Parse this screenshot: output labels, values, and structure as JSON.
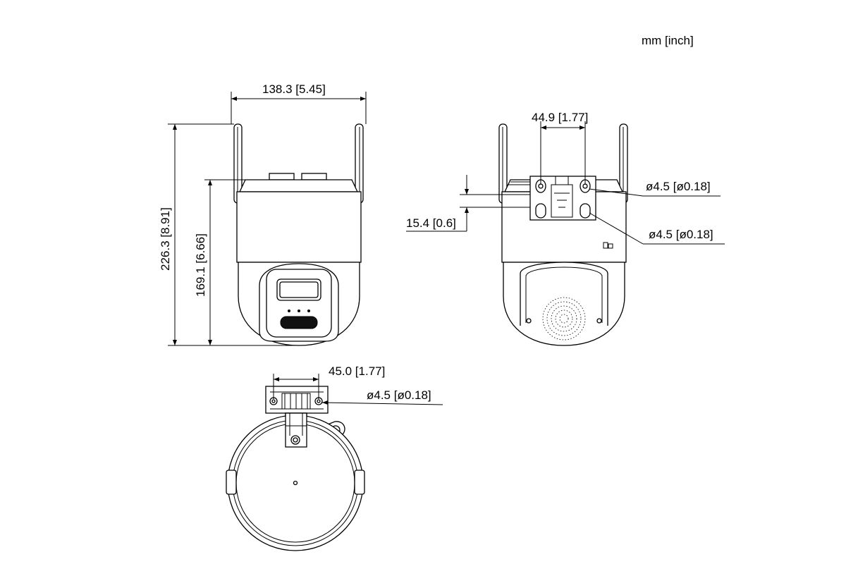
{
  "units_label": "mm [inch]",
  "dimensions": {
    "front_width": "138.3 [5.45]",
    "total_height": "226.3 [8.91]",
    "body_height": "169.1 [6.66]",
    "back_hole_spacing": "44.9 [1.77]",
    "back_offset": "15.4 [0.6]",
    "back_hole_top": "ø4.5 [ø0.18]",
    "back_hole_bottom": "ø4.5 [ø0.18]",
    "top_hole_spacing": "45.0 [1.77]",
    "top_hole": "ø4.5 [ø0.18]"
  },
  "colors": {
    "line": "#000000",
    "background": "#ffffff"
  }
}
